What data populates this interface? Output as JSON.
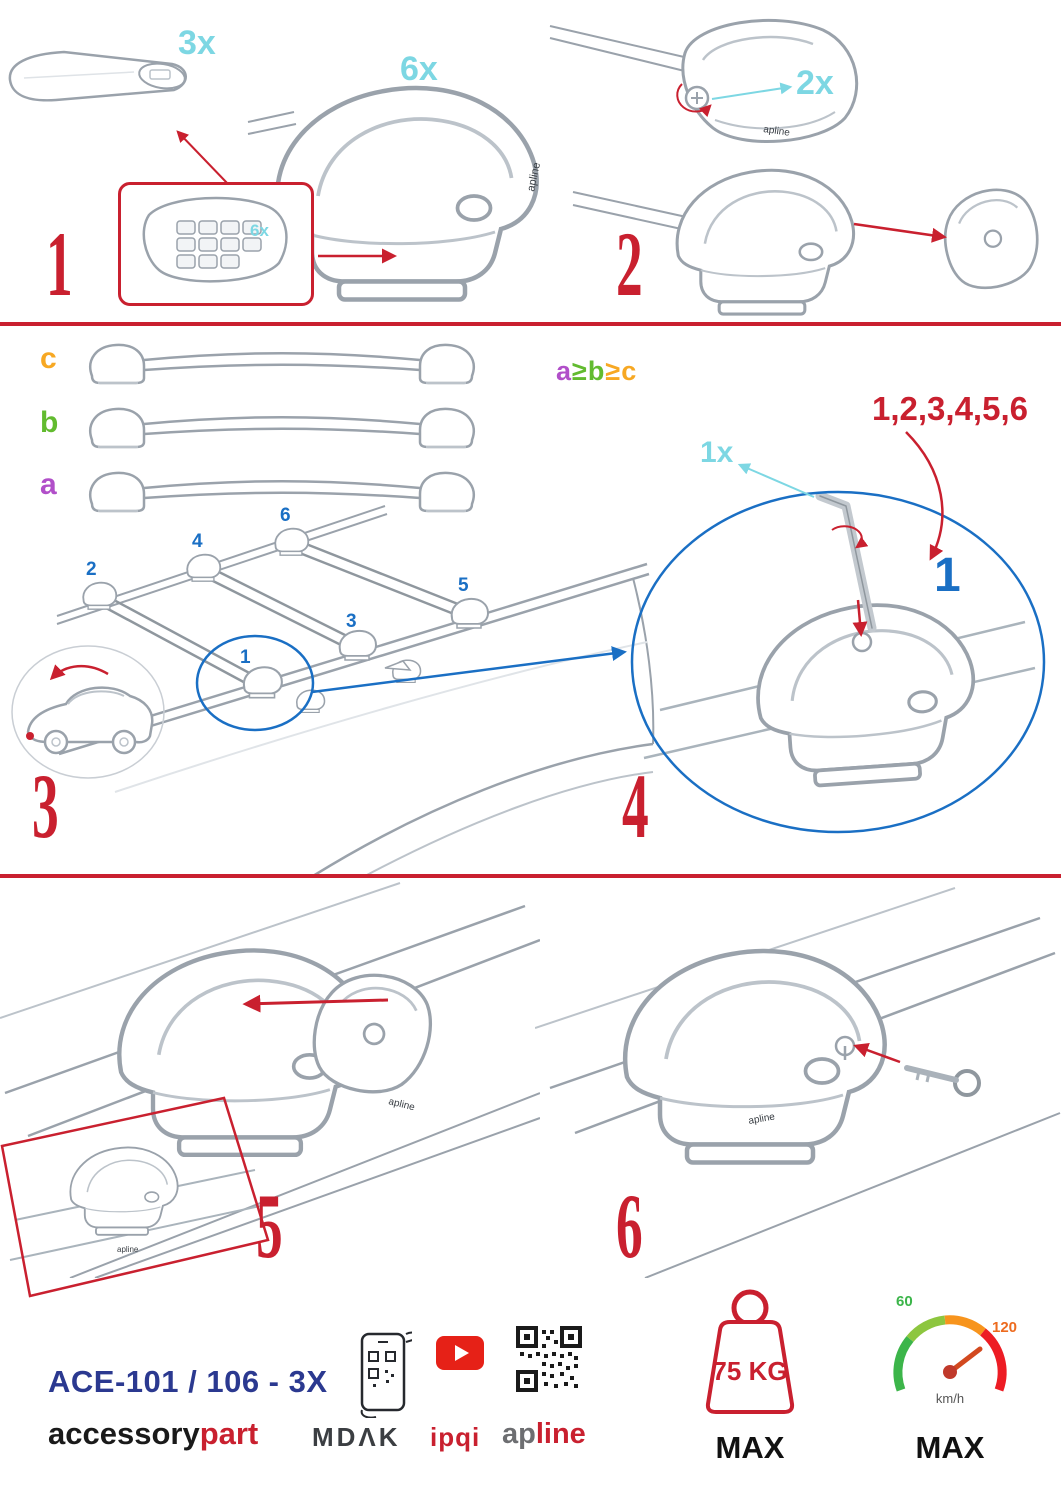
{
  "colors": {
    "red": "#c9202f",
    "cyan": "#7dd7e3",
    "blue": "#1a6fc4",
    "navy": "#2b3990",
    "purple": "#b14fc9",
    "green": "#62bb2f",
    "orange": "#f7a823",
    "lineart": "#9aa2ab"
  },
  "step1": {
    "number": "1",
    "bar_qty": "3x",
    "clamp_qty": "6x",
    "inset_qty": "6x",
    "logo": "apline"
  },
  "step2": {
    "number": "2",
    "qty": "2x",
    "logo": "apline"
  },
  "step3": {
    "number": "3",
    "label_a": "a",
    "label_b": "b",
    "label_c": "c",
    "formula": {
      "a": "a",
      "ge1": "≥",
      "b": "b",
      "ge2": "≥",
      "c": "c"
    },
    "pos1": "1",
    "pos2": "2",
    "pos3": "3",
    "pos4": "4",
    "pos5": "5",
    "pos6": "6"
  },
  "step4": {
    "number": "4",
    "sequence": "1,2,3,4,5,6",
    "qty": "1x",
    "torque_step": "1"
  },
  "step5": {
    "number": "5",
    "logo": "apline"
  },
  "step6": {
    "number": "6",
    "logo": "apline"
  },
  "footer": {
    "model": "ACE-101 / 106 - 3X",
    "brand_black": "accessory",
    "brand_red": "part",
    "mdak": "MDΛK",
    "ipqi": "ipqi",
    "apline_gray": "ap",
    "apline_red": "line",
    "weight_value": "75 KG",
    "weight_max": "MAX",
    "speed_low": "60",
    "speed_high": "120",
    "speed_unit": "km/h",
    "speed_max": "MAX"
  },
  "icons": {
    "phone_qr": "phone-qr-scan-icon",
    "youtube": "youtube-play-icon",
    "qr": "qr-code-icon",
    "weight": "weight-limit-icon",
    "speedometer": "speedometer-icon",
    "allen_key": "allen-key-icon",
    "lock_key": "lock-key-icon"
  }
}
